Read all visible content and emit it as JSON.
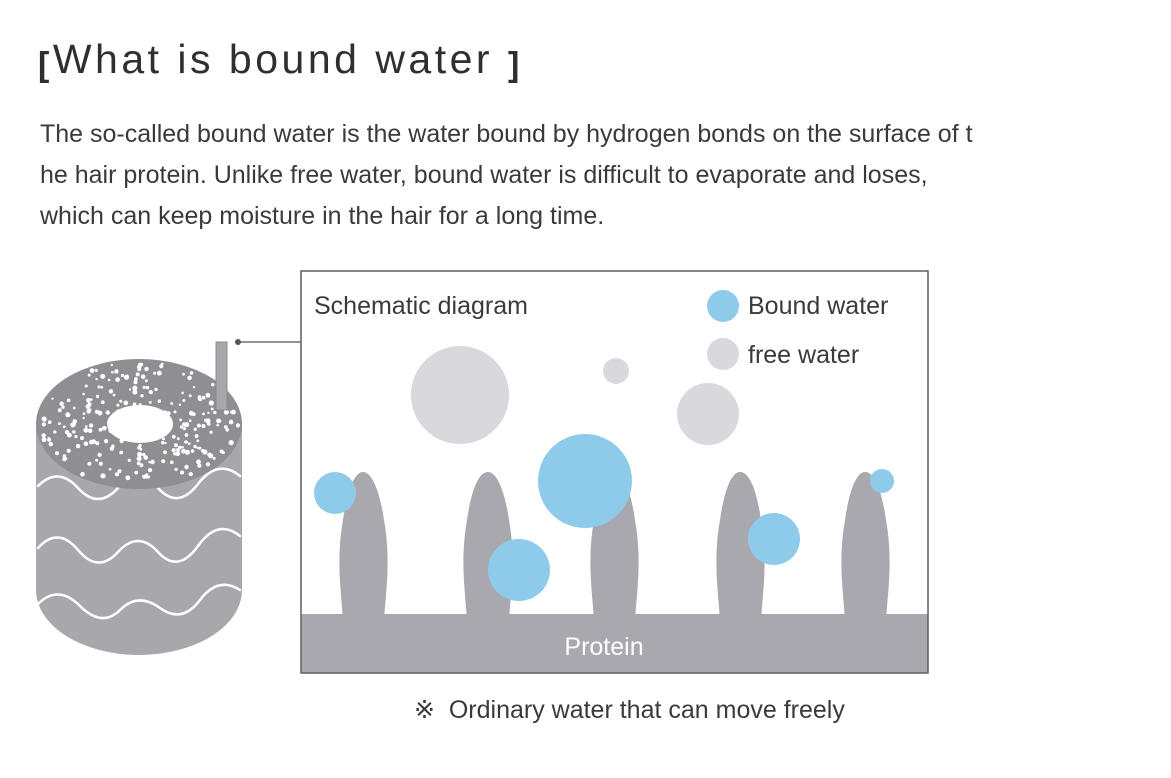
{
  "title": {
    "open_bracket": "[",
    "text": "What is bound water",
    "close_bracket": "]"
  },
  "intro_lines": [
    "The so-called bound water is the water bound by hydrogen bonds on the surface of t",
    "he hair protein. Unlike free water, bound water is difficult to evaporate and loses,",
    "which can keep moisture in the hair for a long time."
  ],
  "diagram": {
    "heading": "Schematic diagram",
    "legend": [
      {
        "label": "Bound water",
        "color": "#8ecbea"
      },
      {
        "label": "free water",
        "color": "#d9d8dc"
      }
    ],
    "base_label": "Protein",
    "protein_color": "#a9a8ae",
    "footnote": "※  Ordinary water that can move freely"
  }
}
